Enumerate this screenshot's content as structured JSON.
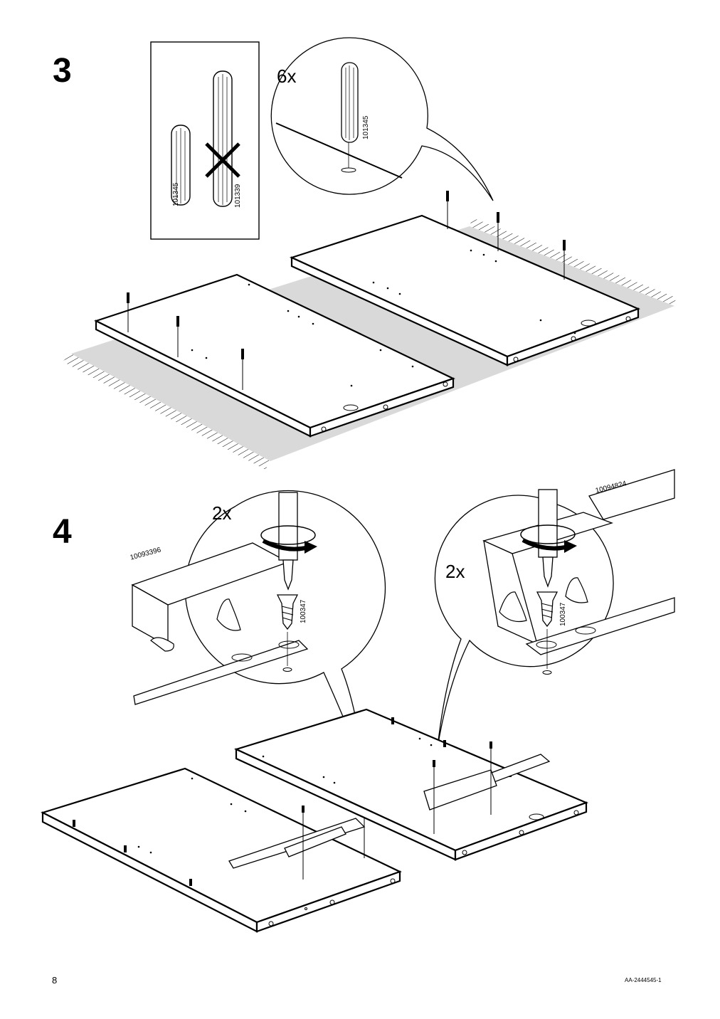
{
  "step3": {
    "number": "3",
    "quantity": "6x",
    "dowel_correct_id": "101345",
    "dowel_wrong_id": "101339",
    "callout_dowel_id": "101345"
  },
  "step4": {
    "number": "4",
    "left_quantity": "2x",
    "right_quantity": "2x",
    "left_rail_id": "10093396",
    "right_rail_id": "10094824",
    "left_screw_id": "100347",
    "right_screw_id": "100347"
  },
  "footer": {
    "page_number": "8",
    "doc_code": "AA-2444545-1"
  },
  "icons": [
    "dowel-icon",
    "wrong-cross-icon",
    "screwdriver-icon",
    "rotation-arrow-icon",
    "screw-icon",
    "drawer-runner-icon",
    "panel-icon"
  ],
  "colors": {
    "ink": "#000000",
    "floor_shade": "#d9d9d9",
    "paper": "#ffffff"
  }
}
